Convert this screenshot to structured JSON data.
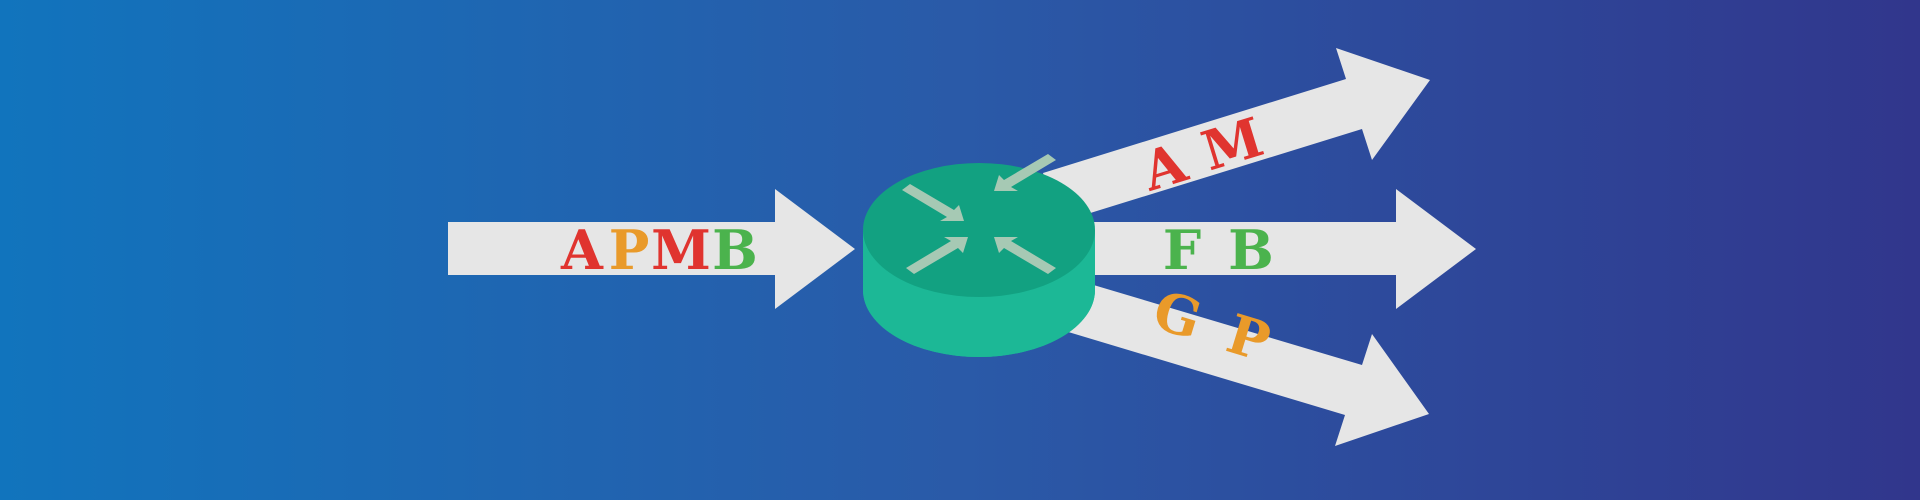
{
  "colors": {
    "background_left": "#1174bd",
    "background_right": "#31368c",
    "arrow": "#e6e6e6",
    "router_top": "#12a181",
    "router_side": "#1cb896",
    "router_icon_arrows": "#a6c9b4",
    "red": "#e0342f",
    "orange": "#e99a2a",
    "green": "#4bb34d"
  },
  "input_stream": {
    "packets": [
      {
        "label": "A",
        "color": "red"
      },
      {
        "label": "P",
        "color": "orange"
      },
      {
        "label": "M",
        "color": "red"
      },
      {
        "label": "B",
        "color": "green"
      }
    ]
  },
  "router": {
    "icon": "router-crossing-arrows-icon"
  },
  "output_streams": [
    {
      "name": "upper",
      "packets": [
        {
          "label": "A",
          "color": "red"
        },
        {
          "label": "M",
          "color": "red"
        }
      ]
    },
    {
      "name": "middle",
      "packets": [
        {
          "label": "F",
          "color": "green"
        },
        {
          "label": "B",
          "color": "green"
        }
      ]
    },
    {
      "name": "lower",
      "packets": [
        {
          "label": "G",
          "color": "orange"
        },
        {
          "label": "P",
          "color": "orange"
        }
      ]
    }
  ]
}
